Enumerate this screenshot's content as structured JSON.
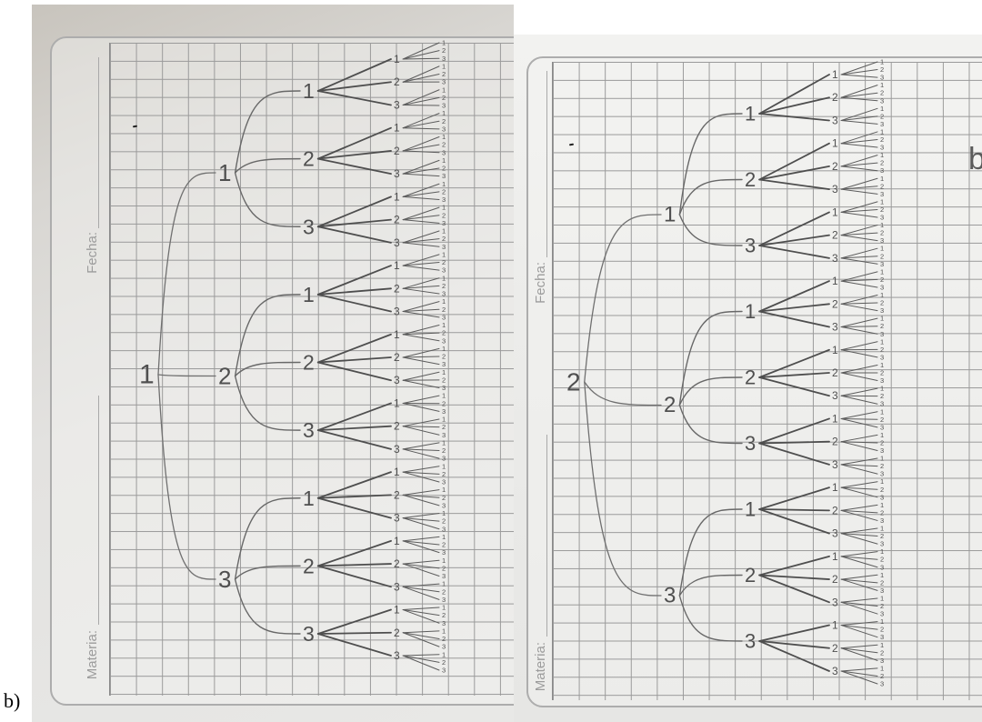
{
  "caption": "b)",
  "colors": {
    "pencil": "#4f4f4f",
    "grid_line": "#9a9a9a",
    "paper": "#e8e8e6"
  },
  "photos": [
    {
      "fecha_label": "Fecha:",
      "materia_label": "Materia:",
      "tree": {
        "levels": [
          [
            "1"
          ],
          [
            "1",
            "2",
            "3"
          ],
          [
            "1",
            "2",
            "3",
            "1",
            "2",
            "3",
            "1",
            "2",
            "3"
          ],
          [
            "1",
            "2",
            "3",
            "1",
            "2",
            "3",
            "1",
            "2",
            "3",
            "1",
            "2",
            "3",
            "1",
            "2",
            "3",
            "1",
            "2",
            "3",
            "1",
            "2",
            "3",
            "1",
            "2",
            "3",
            "1",
            "2",
            "3"
          ],
          [
            "1",
            "2",
            "3",
            "1",
            "2",
            "3",
            "1",
            "2",
            "3",
            "1",
            "2",
            "3",
            "1",
            "2",
            "3",
            "1",
            "2",
            "3",
            "1",
            "2",
            "3",
            "1",
            "2",
            "3",
            "1",
            "2",
            "3",
            "1",
            "2",
            "3",
            "1",
            "2",
            "3",
            "1",
            "2",
            "3",
            "1",
            "2",
            "3",
            "1",
            "2",
            "3",
            "1",
            "2",
            "3",
            "1",
            "2",
            "3",
            "1",
            "2",
            "3",
            "1",
            "2",
            "3",
            "1",
            "2",
            "3",
            "1",
            "2",
            "3",
            "1",
            "2",
            "3",
            "1",
            "2",
            "3",
            "1",
            "2",
            "3",
            "1",
            "2",
            "3",
            "1",
            "2",
            "3",
            "1",
            "2",
            "3",
            "1",
            "2",
            "3"
          ]
        ]
      }
    },
    {
      "fecha_label": "Fecha:",
      "materia_label": "Materia:",
      "margin_note": "b",
      "tree": {
        "levels": [
          [
            "2"
          ],
          [
            "1",
            "2",
            "3"
          ],
          [
            "1",
            "2",
            "3",
            "1",
            "2",
            "3",
            "1",
            "2",
            "3"
          ],
          [
            "1",
            "2",
            "3",
            "1",
            "2",
            "3",
            "1",
            "2",
            "3",
            "1",
            "2",
            "3",
            "1",
            "2",
            "3",
            "1",
            "2",
            "3",
            "1",
            "2",
            "3",
            "1",
            "2",
            "3",
            "1",
            "2",
            "3"
          ],
          [
            "1",
            "2",
            "3",
            "1",
            "2",
            "3",
            "1",
            "2",
            "3",
            "1",
            "2",
            "3",
            "1",
            "2",
            "3",
            "1",
            "2",
            "3",
            "1",
            "2",
            "3",
            "1",
            "2",
            "3",
            "1",
            "2",
            "3",
            "1",
            "2",
            "3",
            "1",
            "2",
            "3",
            "1",
            "2",
            "3",
            "1",
            "2",
            "3",
            "1",
            "2",
            "3",
            "1",
            "2",
            "3",
            "1",
            "2",
            "3",
            "1",
            "2",
            "3",
            "1",
            "2",
            "3",
            "1",
            "2",
            "3",
            "1",
            "2",
            "3",
            "1",
            "2",
            "3",
            "1",
            "2",
            "3",
            "1",
            "2",
            "3",
            "1",
            "2",
            "3",
            "1",
            "2",
            "3",
            "1",
            "2",
            "3",
            "1",
            "2",
            "3"
          ]
        ]
      }
    }
  ]
}
